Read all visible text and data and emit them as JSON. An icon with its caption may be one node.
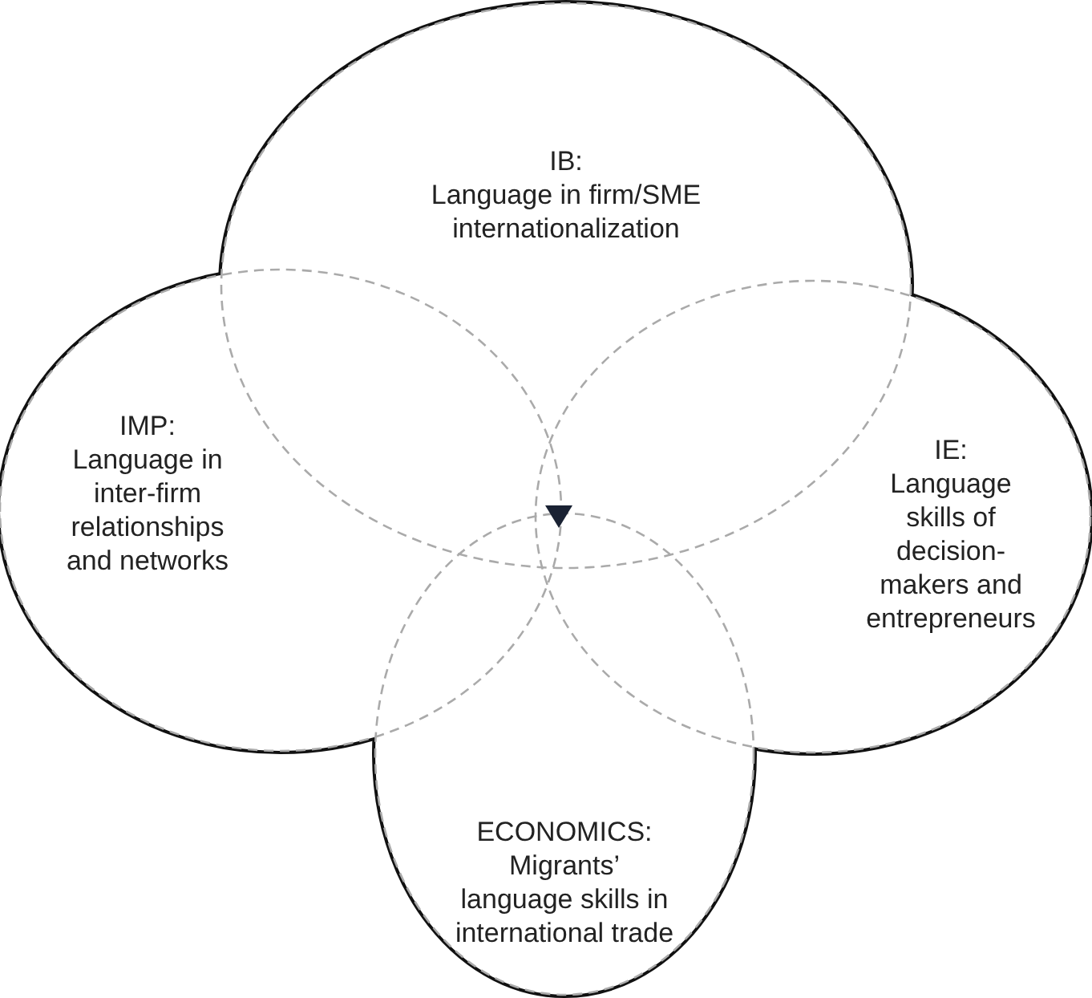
{
  "diagram": {
    "nodes": [
      {
        "text": [
          "IB:",
          "Language in firm/SME internationalization"
        ]
      },
      {
        "text": [
          "IMP:",
          "Language in inter-firm relationships and networks"
        ]
      },
      {
        "text": [
          "IE:",
          "Language skills of decision-makers and entrepreneurs"
        ]
      },
      {
        "text": [
          "ECONOMICS:",
          "Migrants’ language skills in international trade"
        ]
      }
    ],
    "edges": []
  }
}
